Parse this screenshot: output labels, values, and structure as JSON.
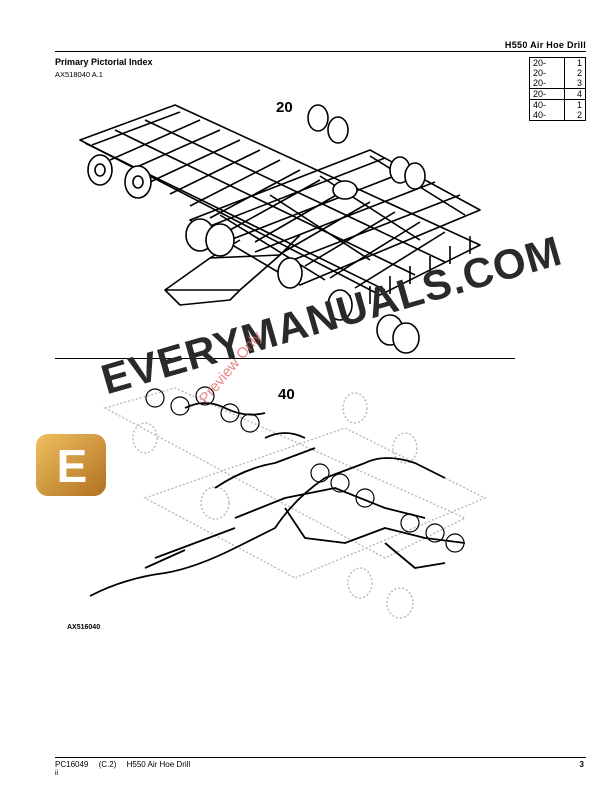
{
  "header": {
    "title": "H550  Air  Hoe  Drill"
  },
  "section": {
    "title": "Primary Pictorial Index",
    "ref": "AX518040 A.1"
  },
  "ref_table": [
    {
      "group": "20-",
      "page": "1"
    },
    {
      "group": "20-",
      "page": "2"
    },
    {
      "group": "20-",
      "page": "3"
    },
    {
      "group": "20-",
      "page": "4"
    },
    {
      "group": "40-",
      "page": "1"
    },
    {
      "group": "40-",
      "page": "2"
    }
  ],
  "figures": [
    {
      "callout": "20"
    },
    {
      "callout": "40"
    }
  ],
  "figure_id": "AX516040",
  "watermark": {
    "logo_letter": "E",
    "text": "EVERYMANUALS.COM",
    "preview": "Preview Only"
  },
  "footer": {
    "doc": "PC16049",
    "rev": "(C.2)",
    "title": "H550 Air Hoe Drill",
    "sub": "ii",
    "page": "3"
  }
}
